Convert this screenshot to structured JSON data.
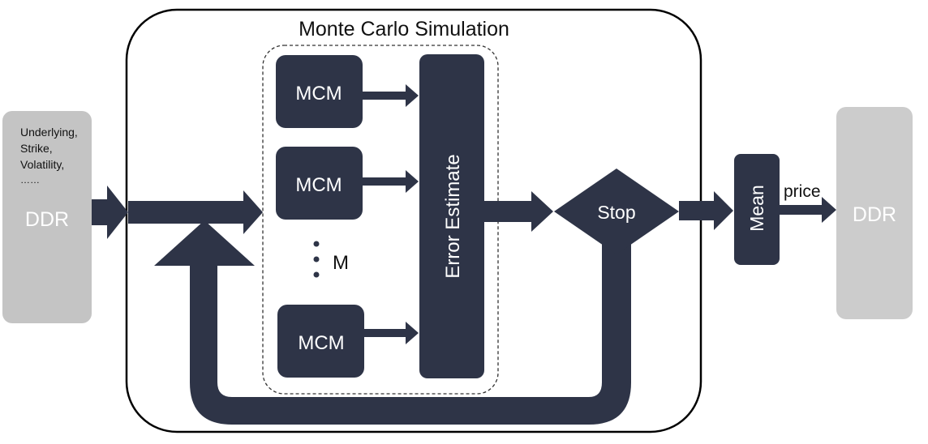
{
  "title": "Monte Carlo Simulation",
  "input_ddr": {
    "label": "DDR",
    "params": [
      "Underlying,",
      "Strike,",
      "Volatility,",
      "……"
    ]
  },
  "output_ddr": {
    "label": "DDR"
  },
  "mcm_blocks": [
    "MCM",
    "MCM",
    "MCM"
  ],
  "ellipsis_label": "M",
  "error_estimate": "Error Estimate",
  "stop": "Stop",
  "mean": "Mean",
  "price": "price",
  "colors": {
    "navy": "#2e3447",
    "ddr_gray": "#c4c4c4",
    "ddr_text": "#ffffff",
    "frame": "#000000"
  }
}
